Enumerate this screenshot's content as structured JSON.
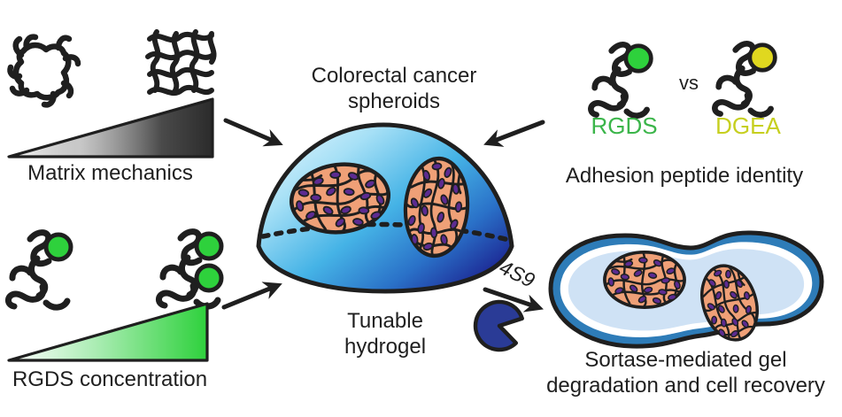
{
  "figure": {
    "labels": {
      "matrix_mechanics": "Matrix mechanics",
      "rgds_concentration": "RGDS concentration",
      "colorectal_cancer_line1": "Colorectal cancer",
      "colorectal_cancer_line2": "spheroids",
      "tunable_line1": "Tunable",
      "tunable_line2": "hydrogel",
      "rgds": "RGDS",
      "vs": "vs",
      "dgea": "DGEA",
      "adhesion_peptide": "Adhesion peptide identity",
      "sortase_enzyme": "4S9",
      "sortase_line1": "Sortase-mediated gel",
      "sortase_line2": "degradation and cell recovery"
    },
    "icons": {
      "loose_network": "loose-polymer-network-icon",
      "dense_network": "dense-polymer-network-icon",
      "peptide_single_green": "peptide-one-green-circle-icon",
      "peptide_double_green": "peptide-two-green-circles-icon",
      "peptide_rgds": "rgds-peptide-icon",
      "peptide_dgea": "dgea-peptide-icon",
      "hydrogel_dome": "hydrogel-dome-icon",
      "spheroid": "cancer-spheroid-icon",
      "sortase_pacman": "sortase-enzyme-pacman-icon",
      "degraded_gel": "degraded-gel-blob-icon",
      "gradient_triangle_gray": "mechanics-gradient-triangle",
      "gradient_triangle_green": "rgds-gradient-triangle",
      "arrow": "flow-arrow-icon"
    },
    "colors": {
      "ink": "#1f1f1f",
      "text_dark": "#1f1f1f",
      "gray_light": "#ffffff",
      "gray_mid": "#9a9a9a",
      "gray_dark": "#2b2b2b",
      "green_light": "#ffffff",
      "green_full": "#2ed13c",
      "peptide_green": "#2ed13c",
      "peptide_yellow": "#e0d81f",
      "rgds_text": "#3bb54a",
      "dgea_text": "#c6cf1f",
      "gel_1": "#f0fafe",
      "gel_2": "#a6e0f6",
      "gel_3": "#45b3e6",
      "gel_4": "#2a71c8",
      "gel_5": "#1b1f8e",
      "pacman_blue": "#2a3b96",
      "blob_ring": "#2e7cb8",
      "blob_inner": "#cfe2f5",
      "spheroid_fill": "#efa077",
      "nucleus_purple": "#5c2b91"
    }
  }
}
